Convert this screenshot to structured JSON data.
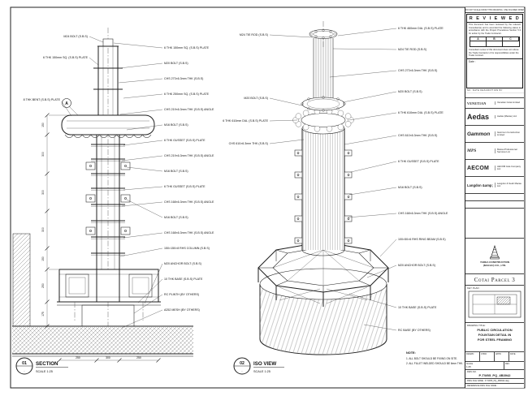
{
  "grid_bubble": "A",
  "views": {
    "section": {
      "num": "01",
      "ref": "-",
      "title": "SECTION",
      "scale": "SCALE 1:25"
    },
    "iso": {
      "num": "02",
      "ref": "-",
      "title": "ISO VIEW",
      "scale": "SCALE 1:25"
    }
  },
  "notes": {
    "heading": "NOTE:",
    "items": [
      "1. ALL BOLT SHOULD BE FIXING ON SITE.",
      "2. ALL FILLET WELDED SHOULD BE 6mm THK."
    ]
  },
  "section": {
    "left_labels": [
      "M24 BOLT (S.B.S)",
      "6 THK 150mm SQ. (S.B.S) PLATE",
      "8 THK BENT (S.B.S) PLATE"
    ],
    "right_labels": [
      "6 THK 150mm SQ. (S.B.S) PLATE",
      "M20 BOLT (S.B.S)",
      "CHS 273×6.3mm THK (S.B.S)",
      "6 THK 250mm SQ. (S.B.S) PLATE",
      "CHS 219×6.3mm THK (S.B.S) ANGLE",
      "M16 BOLT (S.B.S)",
      "6 THK GUSSET (S.B.S) PLATE",
      "CHS 219×6.3mm THK (S.B.S) ANGLE",
      "M16 BOLT (S.B.S)",
      "6 THK GUSSET (S.B.S) PLATE",
      "CHS 168×6.3mm THK (S.B.S) ANGLE",
      "M16 BOLT (S.B.S)",
      "CHS 168×6.3mm THK (S.B.S) ANGLE",
      "150×150×8 RHS COLUMN (S.B.S)",
      "M20 ANCHOR BOLT (S.B.S)",
      "10 THK BASE (S.B.S) PLATE",
      "RC PLINTH (BY OTHERS)",
      "A252 MESH (BY OTHERS)"
    ],
    "dims_left": [
      "150",
      "300",
      "300",
      "300",
      "150",
      "250",
      "175"
    ],
    "dims_bottom": [
      "250",
      "300",
      "250"
    ]
  },
  "iso": {
    "left_labels": [
      "M24 TIE ROD (S.B.S)",
      "M20 BOLT (S.B.S)",
      "6 THK 610mm DIA. (S.B.S) PLATE",
      "CHS 610×6.3mm THK (S.B.S)"
    ],
    "right_labels": [
      "6 THK 460mm DIA. (S.B.S) PLATE",
      "M24 TIE ROD (S.B.S)",
      "CHS 273×6.3mm THK (S.B.S)",
      "M20 BOLT (S.B.S)",
      "6 THK 610mm DIA. (S.B.S) PLATE",
      "CHS 610×6.3mm THK (S.B.S)",
      "6 THK GUSSET (S.B.S) PLATE",
      "M16 BOLT (S.B.S)",
      "CHS 168×6.3mm THK (S.B.S) ANGLE",
      "100×50×6 RHS RING BEAM (S.B.S)",
      "M20 ANCHOR BOLT (S.B.S)",
      "10 THK BASE (S.B.S) PLATE",
      "RC BASE (BY OTHERS)"
    ]
  },
  "titleblock": {
    "top_note": "DO NOT SCALE FROM THIS DRAWING. USE FIGURED DIMENSIONS ONLY.",
    "reviewed": {
      "title": "R E V I E W E D",
      "body": "This document has been reviewed by the relevant Consultant(s) and is accorded the following status in accordance with the Project Procedures Section 5.3 for action by the Trade Contractor.",
      "cols": [
        "A",
        "B",
        "C"
      ],
      "note": "Consultant review of this document does not relieve the Trade Contractor of its responsibilities under the Trade Contract.",
      "date_label": "Date :"
    },
    "rev_header": "NO.  DATE  DESCRIPTION  BY",
    "companies": [
      {
        "logo": "VENETIAN",
        "text": "Venetian Cotai Limited"
      },
      {
        "logo": "Aedas",
        "text": "Aedas (Macau) Ltd."
      },
      {
        "logo": "Gammon",
        "text": "Gammon Construction Limited"
      },
      {
        "logo": "MPS",
        "text": "Macau Professional Services Ltd."
      },
      {
        "logo": "AECOM",
        "text": "AECOM Asia Company Ltd."
      },
      {
        "logo": "Langdon &amp; Seah",
        "text": "Langdon & Seah Macau Ltd."
      }
    ],
    "contractor": {
      "line1": "YADEA CONSTRUCTION",
      "line2": "(MACAU) CO., LTD."
    },
    "project": "Cotai Parcel 3",
    "keyplan_label": "KEY PLAN",
    "drawing_title": {
      "label": "DRAWING TITLE:",
      "line1": "PUBLIC CIRCULATION",
      "line2": "FOUNTAIN DETAIL IN",
      "line3": "FOR STEEL FRAMING"
    },
    "meta": {
      "drawn_label": "DRAWN",
      "drawn": "",
      "chkd_label": "CHKD",
      "chkd": "",
      "appd_label": "APPD",
      "appd": "",
      "date_label": "DATE",
      "date": "",
      "scale_label": "SCALE",
      "scale": "1:25",
      "rev_label": "REV",
      "rev": "",
      "dwgno_label": "DWG NO.",
      "dwgno": "P-TW05_PQ_4B3942"
    },
    "files": {
      "dwg_file": "DWG FILE NAME : P-TW05_PQ_4B3942.dwg",
      "ref_file": "REFERENCE DWG FILE NAME :"
    }
  }
}
